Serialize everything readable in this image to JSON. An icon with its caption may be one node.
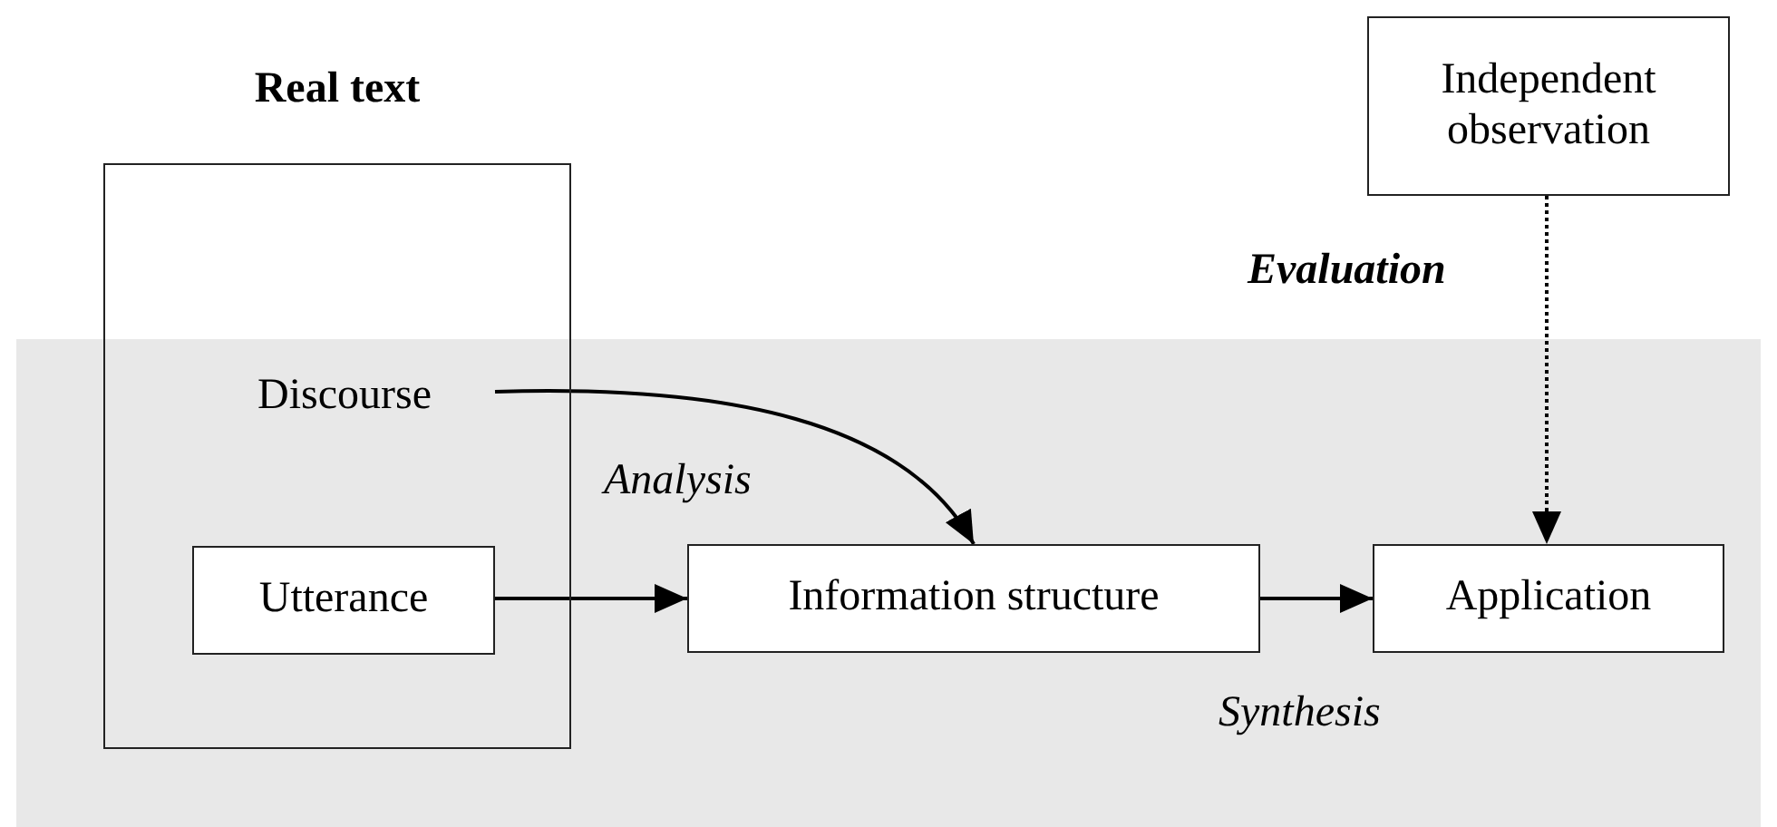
{
  "diagram": {
    "nodes": [
      {
        "text": [
          "Real text"
        ]
      },
      {
        "text": [
          "Discourse"
        ],
        "in": 0
      },
      {
        "text": [
          "Utterance"
        ],
        "in": 0
      },
      {
        "text": [
          "Information structure"
        ]
      },
      {
        "text": [
          "Application"
        ]
      },
      {
        "text": [
          "Independent observation"
        ]
      }
    ],
    "edges": [
      {
        "from": 1,
        "to": 3,
        "arrow": "to"
      },
      {
        "from": 2,
        "to": 3,
        "arrow": "to"
      },
      {
        "from": 3,
        "to": 4,
        "arrow": "to"
      },
      {
        "from": 5,
        "to": 4,
        "arrow": "to",
        "style": "dashed"
      }
    ],
    "labels": [
      "Evaluation",
      "Analysis",
      "Synthesis"
    ]
  }
}
